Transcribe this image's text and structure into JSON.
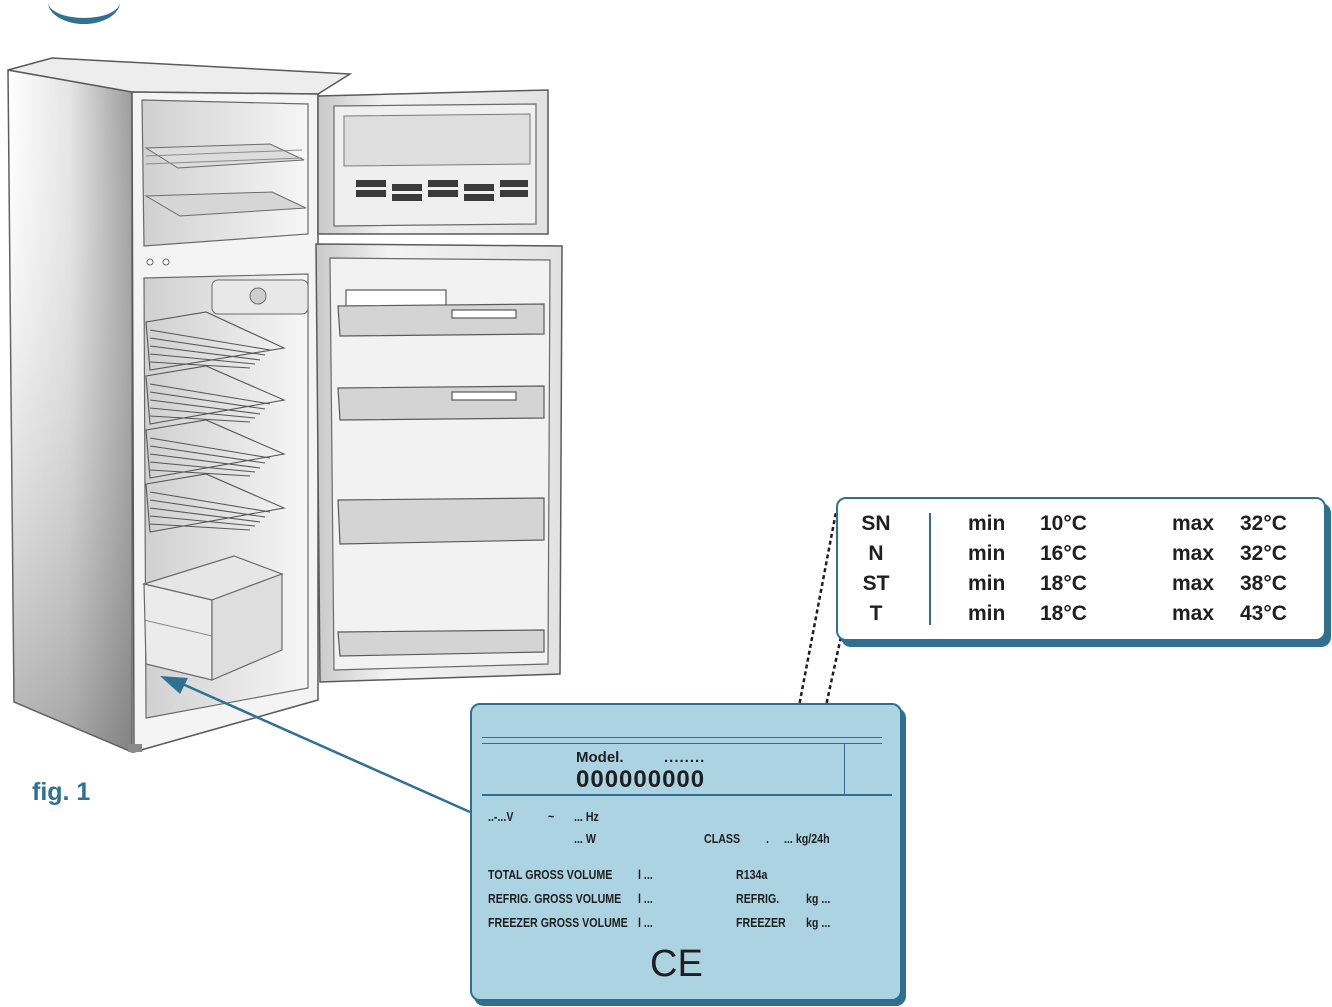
{
  "figure_label": "fig. 1",
  "climate_table": {
    "min_label": "min",
    "max_label": "max",
    "rows": [
      {
        "class": "SN",
        "min": "10°C",
        "max": "32°C"
      },
      {
        "class": "N",
        "min": "16°C",
        "max": "32°C"
      },
      {
        "class": "ST",
        "min": "18°C",
        "max": "38°C"
      },
      {
        "class": "T",
        "min": "18°C",
        "max": "43°C"
      }
    ]
  },
  "rating_plate": {
    "model_label": "Model.",
    "model_dots": "........",
    "model_number": "000000000",
    "voltage": "..-...V",
    "tilde": "~",
    "frequency": "... Hz",
    "power": "... W",
    "class_label": "CLASS",
    "class_dot": ".",
    "freezing_capacity": "... kg/24h",
    "total_gross_volume_label": "TOTAL GROSS VOLUME",
    "total_gross_volume_value": "l ...",
    "refrig_gross_volume_label": "REFRIG. GROSS VOLUME",
    "refrig_gross_volume_value": "l ...",
    "freezer_gross_volume_label": "FREEZER GROSS VOLUME",
    "freezer_gross_volume_value": "l ...",
    "refrigerant": "R134a",
    "refrig_label": "REFRIG.",
    "refrig_charge": "kg ...",
    "freezer_label": "FREEZER",
    "freezer_charge": "kg ...",
    "ce_mark": "CE"
  },
  "colors": {
    "accent": "#2e7193",
    "plate_fill": "#acd3e1",
    "outline": "#2f6f8f"
  }
}
